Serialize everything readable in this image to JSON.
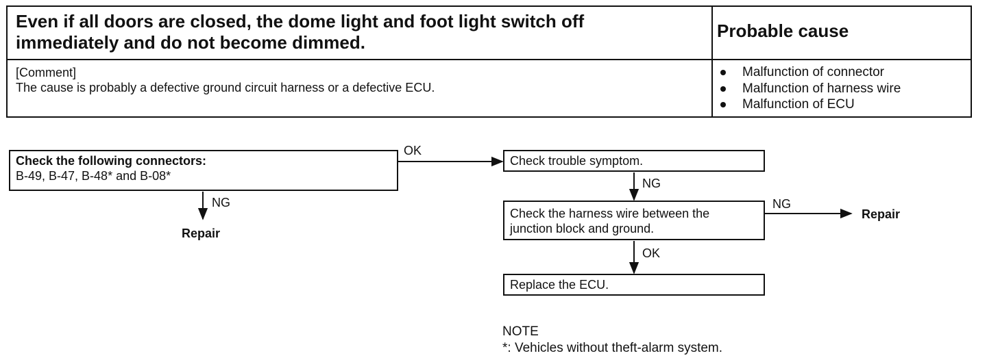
{
  "table": {
    "symptom_line1": "Even if all doors are closed, the dome light and foot light switch off",
    "symptom_line2": "immediately and do not become dimmed.",
    "probable_cause_header": "Probable cause",
    "comment_label": "[Comment]",
    "comment_text": "The cause is probably a defective ground circuit harness or a defective ECU.",
    "causes": [
      "Malfunction of connector",
      "Malfunction of harness wire",
      "Malfunction of ECU"
    ]
  },
  "flow": {
    "check_connectors_title": "Check the following connectors:",
    "check_connectors_list": "B-49, B-47, B-48* and B-08*",
    "ok_label_1": "OK",
    "ng_label_1": "NG",
    "repair_1": "Repair",
    "check_trouble": "Check trouble symptom.",
    "ng_label_2": "NG",
    "check_harness_line1": "Check the harness wire between the",
    "check_harness_line2": "junction block and ground.",
    "ng_label_3": "NG",
    "repair_2": "Repair",
    "ok_label_2": "OK",
    "replace_ecu": "Replace the ECU."
  },
  "note": {
    "title": "NOTE",
    "text": "*: Vehicles without  theft-alarm system."
  }
}
